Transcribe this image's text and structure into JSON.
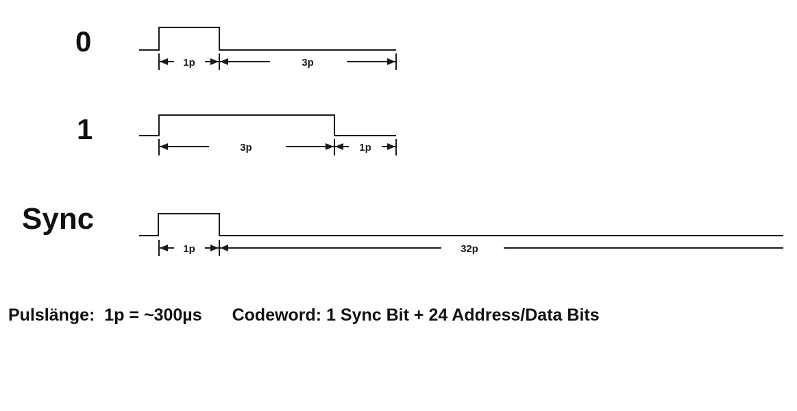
{
  "rows": [
    {
      "label": "0",
      "pulse": {
        "high": 1,
        "low": 3
      },
      "dims": [
        {
          "text": "1p",
          "units": 1
        },
        {
          "text": "3p",
          "units": 3
        }
      ]
    },
    {
      "label": "1",
      "pulse": {
        "high": 3,
        "low": 1
      },
      "dims": [
        {
          "text": "3p",
          "units": 3
        },
        {
          "text": "1p",
          "units": 1
        }
      ]
    },
    {
      "label": "Sync",
      "pulse": {
        "high": 1,
        "low": 32
      },
      "dims": [
        {
          "text": "1p",
          "units": 1
        },
        {
          "text": "32p",
          "units": 32
        }
      ]
    }
  ],
  "footer": {
    "pulse_length": "Pulslänge:  1p = ~300µs",
    "codeword": "Codeword: 1 Sync Bit + 24 Address/Data Bits"
  },
  "colors": {
    "line": "#1a1a1a",
    "background": "#ffffff"
  }
}
